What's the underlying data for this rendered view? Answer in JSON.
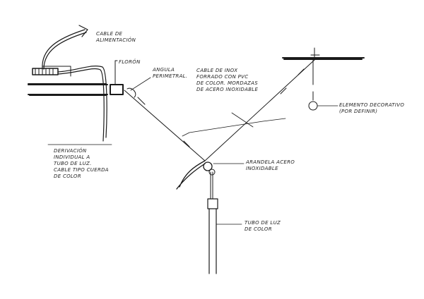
{
  "labels": {
    "power_cable": "CABLE DE\nALIMENTACIÓN",
    "floron": "FLORÓN",
    "perimeter_angle": "ANGULA\nPERIMETRAL.",
    "steel_cable": "CABLE DE INOX\nFORRADO CON PVC\nDE COLOR. MORDAZAS\nDE ACERO INOXIDABLE",
    "decorative_element": "ELEMENTO DECORATIVO\n(POR DEFINIR)",
    "derivation": "DERIVACIÓN\nINDIVIDUAL A\nTUBO DE LUZ.\nCABLE TIPO CUERDA\nDE COLOR",
    "washer": "ARANDELA ACERO\nINOXIDABLE",
    "light_tube": "TUBO DE LUZ\nDE COLOR"
  }
}
